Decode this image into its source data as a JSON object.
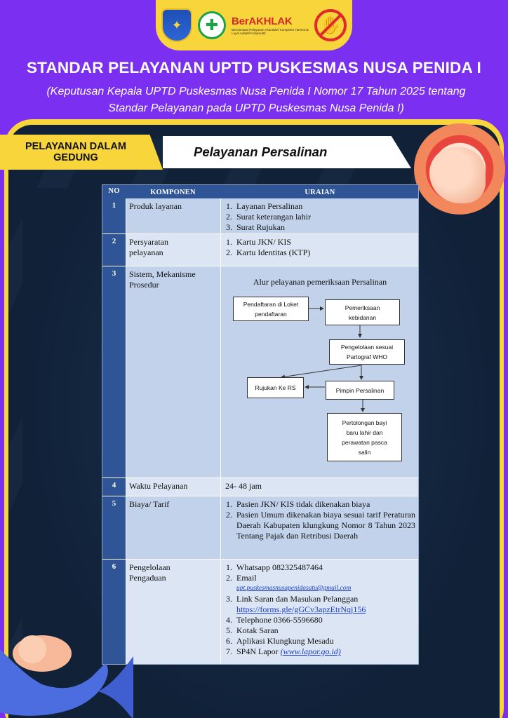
{
  "header": {
    "logos": [
      "klungkung-emblem-icon",
      "health-cross-icon",
      "berakhlak-logo",
      "stop-gratification-icon"
    ],
    "berakhlak_text": "BerAKHLAK",
    "berakhlak_tagline": "Berorientasi Pelayanan Akuntabel Kompeten Harmonis Loyal Adaptif Kolaboratif",
    "title": "STANDAR PELAYANAN UPTD PUSKESMAS NUSA PENIDA I",
    "subtitle_line1": "(Keputusan Kepala UPTD Puskesmas Nusa Penida I Nomor 17 Tahun 2025 tentang",
    "subtitle_line2": "Standar Pelayanan pada UPTD Puskesmas Nusa Penida I)"
  },
  "category": {
    "label_line1": "PELAYANAN DALAM",
    "label_line2": "GEDUNG",
    "service": "Pelayanan Persalinan"
  },
  "table": {
    "headers": {
      "no": "NO",
      "component": "KOMPONEN",
      "description": "URAIAN"
    },
    "rows": [
      {
        "no": "1",
        "component": "Produk layanan",
        "items": [
          "Layanan Persalinan",
          "Surat keterangan lahir",
          "Surat Rujukan"
        ]
      },
      {
        "no": "2",
        "component_line1": "Persyaratan",
        "component_line2": "pelayanan",
        "items": [
          "Kartu JKN/ KIS",
          "Kartu Identitas (KTP)"
        ]
      },
      {
        "no": "3",
        "component_line1": "Sistem, Mekanisme",
        "component_line2": "Prosedur",
        "flow": {
          "title": "Alur pelayanan pemeriksaan Persalinan",
          "boxes": {
            "registration_l1": "Pendaftaran di Loket",
            "registration_l2": "pendaftaran",
            "exam_l1": "Pemeriksaan",
            "exam_l2": "kebidanan",
            "partograph_l1": "Pengelolaan sesuai",
            "partograph_l2": "Partograf WHO",
            "referral": "Rujukan Ke RS",
            "lead": "Pimpin Persalinan",
            "aid_l1": "Pertolongan bayi",
            "aid_l2": "baru lahir dan",
            "aid_l3": "perawatan pasca",
            "aid_l4": "salin"
          }
        }
      },
      {
        "no": "4",
        "component": "Waktu Pelayanan",
        "value": "24- 48 jam"
      },
      {
        "no": "5",
        "component": "Biaya/ Tarif",
        "items": [
          "Pasien JKN/ KIS tidak dikenakan biaya",
          "Pasien Umum dikenakan biaya sesuai tarif Peraturan Daerah Kabupaten klungkung Nomor 8 Tahun 2023 Tentang Pajak dan Retribusi Daerah"
        ]
      },
      {
        "no": "6",
        "component_line1": "Pengelolaan",
        "component_line2": "Pengaduan",
        "items": {
          "whatsapp": "Whatsapp 082325487464",
          "email_label": "Email",
          "email": "upt.puskesmasnusapenidasatu@gmail.com",
          "link_label": "Link Saran dan Masukan Pelanggan",
          "link": "https://forms.gle/gGCv3apzEtrNqj156",
          "telephone": "Telephone 0366-5596680",
          "suggestion_box": "Kotak Saran",
          "app": "Aplikasi Klungkung Mesadu",
          "sp4n_label": "SP4N Lapor",
          "sp4n_link": "(www.lapor.go.id)"
        }
      }
    ]
  },
  "colors": {
    "background": "#7b2ff0",
    "accent_yellow": "#f8d53a",
    "panel": "#102138",
    "table_header": "#2f5597"
  }
}
